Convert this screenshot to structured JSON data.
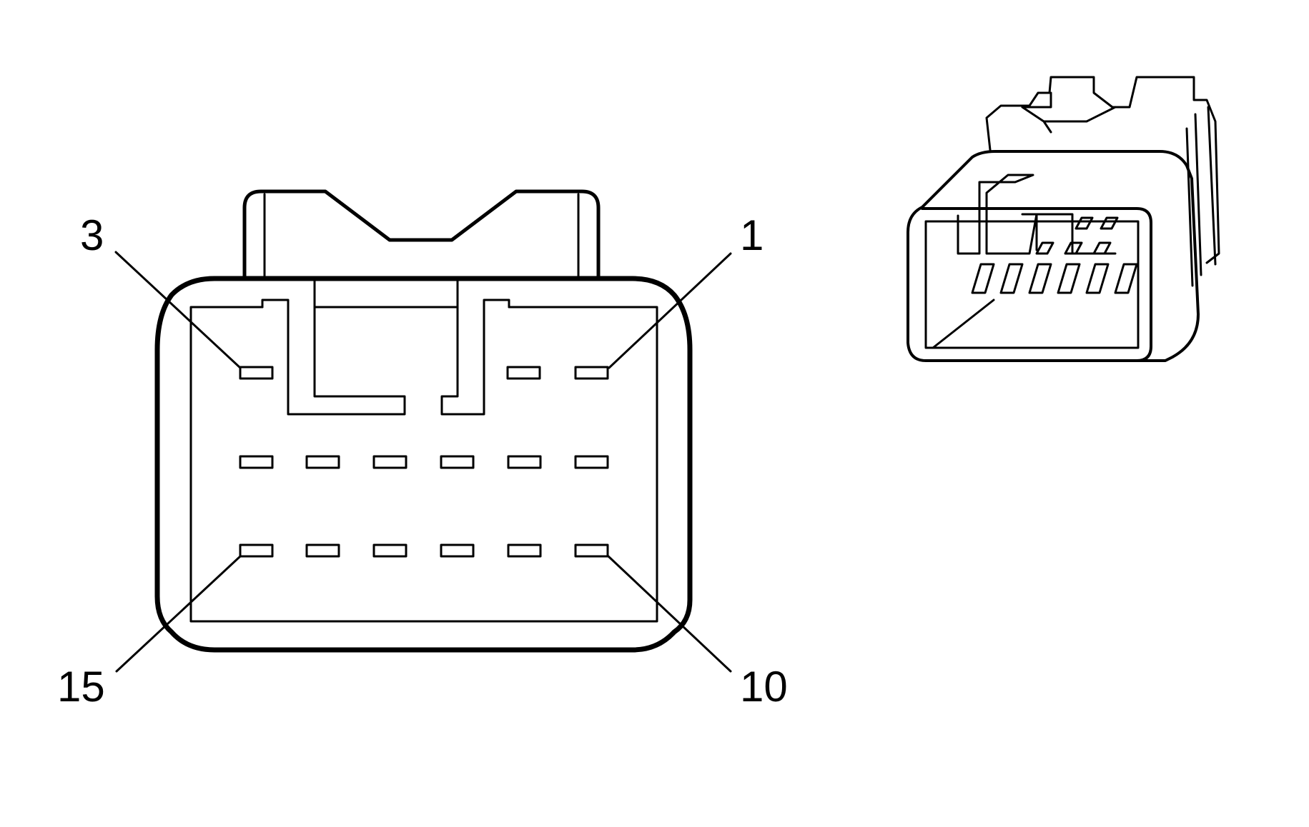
{
  "diagram": {
    "pin_labels": {
      "pin_3": "3",
      "pin_1": "1",
      "pin_15": "15",
      "pin_10": "10"
    },
    "face_view": {
      "terminal_rows": 3,
      "top_row_terminals": 3,
      "middle_row_terminals": 6,
      "bottom_row_terminals": 6
    },
    "colors": {
      "line": "#000000",
      "background": "#ffffff"
    }
  }
}
